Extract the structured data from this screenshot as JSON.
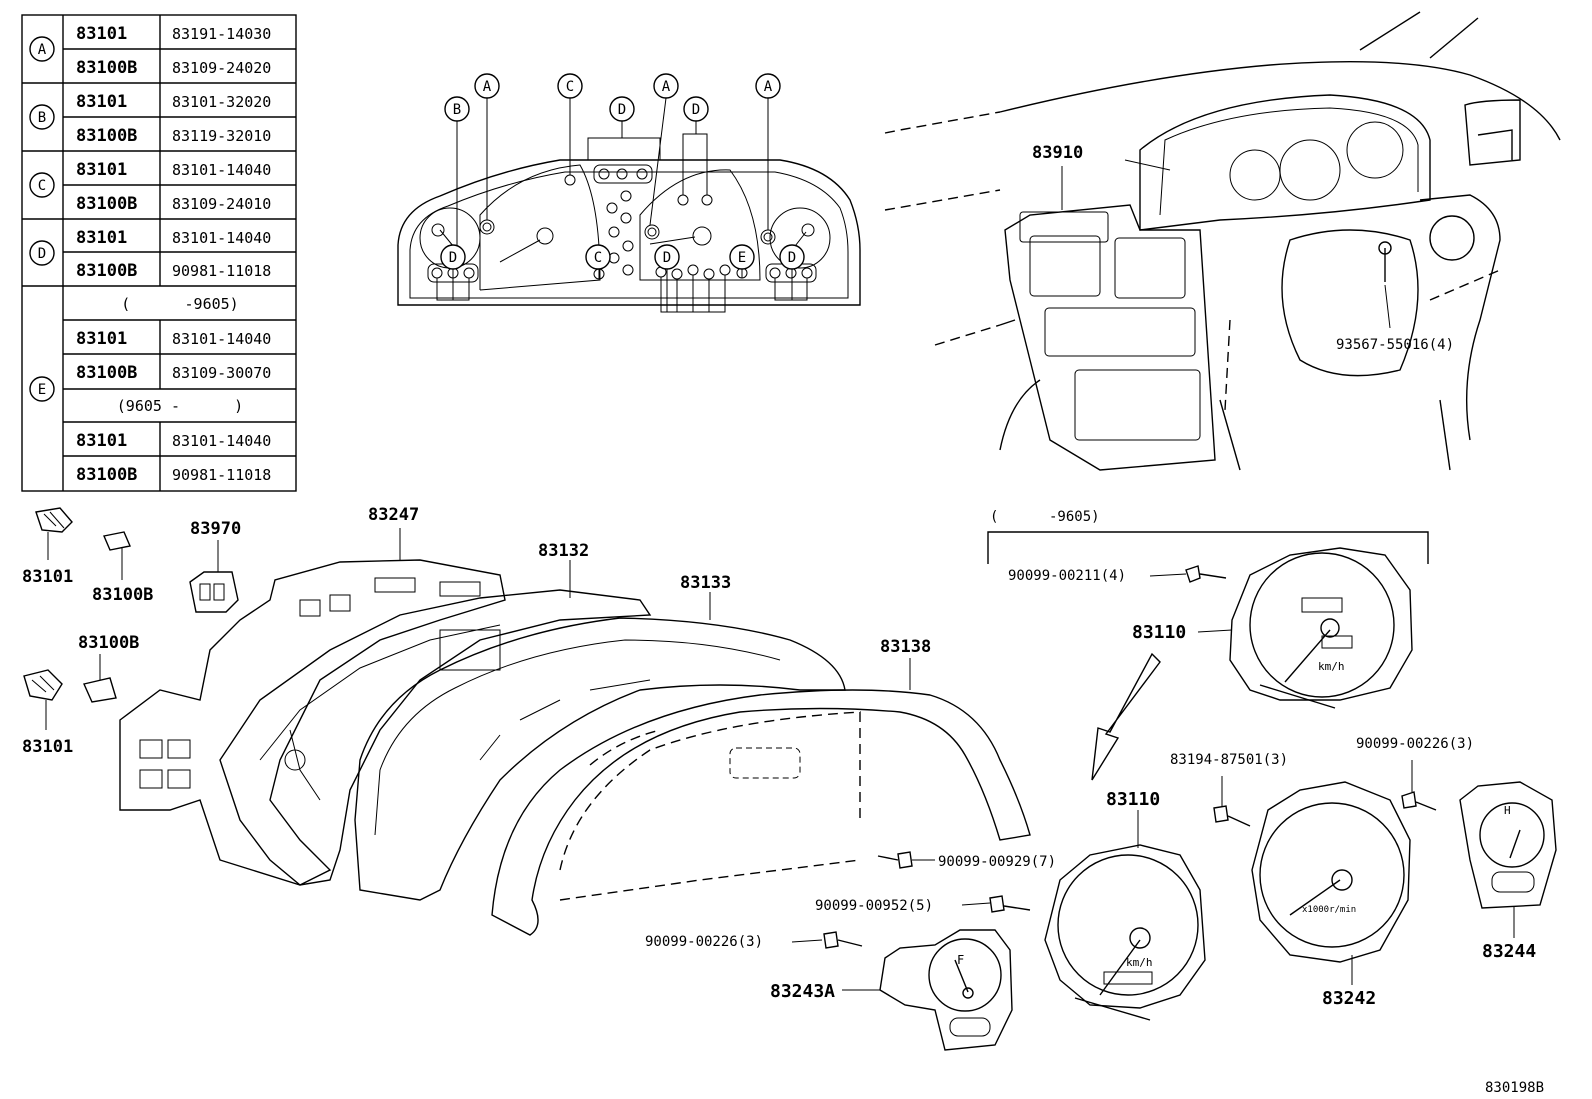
{
  "table": {
    "groups": [
      {
        "letter": "A",
        "rows": [
          {
            "part": "83101",
            "number": "83191-14030"
          },
          {
            "part": "83100B",
            "number": "83109-24020"
          }
        ]
      },
      {
        "letter": "B",
        "rows": [
          {
            "part": "83101",
            "number": "83101-32020"
          },
          {
            "part": "83100B",
            "number": "83119-32010"
          }
        ]
      },
      {
        "letter": "C",
        "rows": [
          {
            "part": "83101",
            "number": "83101-14040"
          },
          {
            "part": "83100B",
            "number": "83109-24010"
          }
        ]
      },
      {
        "letter": "D",
        "rows": [
          {
            "part": "83101",
            "number": "83101-14040"
          },
          {
            "part": "83100B",
            "number": "90981-11018"
          }
        ]
      },
      {
        "letter": "E",
        "note1": "(      -9605)",
        "rows1": [
          {
            "part": "83101",
            "number": "83101-14040"
          },
          {
            "part": "83100B",
            "number": "83109-30070"
          }
        ],
        "note2": "(9605 -      )",
        "rows2": [
          {
            "part": "83101",
            "number": "83101-14040"
          },
          {
            "part": "83100B",
            "number": "90981-11018"
          }
        ]
      }
    ]
  },
  "bulb_map": {
    "top_labels": [
      "B",
      "A",
      "C",
      "D",
      "A",
      "D",
      "A"
    ],
    "bottom_labels": [
      "D",
      "C",
      "D",
      "E",
      "D"
    ]
  },
  "labels": {
    "p83910": "83910",
    "p93567": "93567-55016(4)",
    "p83101a": "83101",
    "p83100b_a": "83100B",
    "p83970": "83970",
    "p83100b_b": "83100B",
    "p83101b": "83101",
    "p83247": "83247",
    "p83132": "83132",
    "p83133": "83133",
    "p83138": "83138",
    "range_note": "(      -9605)",
    "p90099_211": "90099-00211(4)",
    "p83110_top": "83110",
    "p83194": "83194-87501(3)",
    "p90099_226r": "90099-00226(3)",
    "p90099_929": "90099-00929(7)",
    "p83110_bot": "83110",
    "p90099_952": "90099-00952(5)",
    "p90099_226l": "90099-00226(3)",
    "p83243a": "83243A",
    "p83242": "83242",
    "p83244": "83244",
    "figure_code": "830198B"
  },
  "gauge_text": {
    "kmh_top": "km/h",
    "kmh_bottom": "km/h",
    "tach": "x1000r/min",
    "fuel_f": "F",
    "temp_h": "H"
  }
}
